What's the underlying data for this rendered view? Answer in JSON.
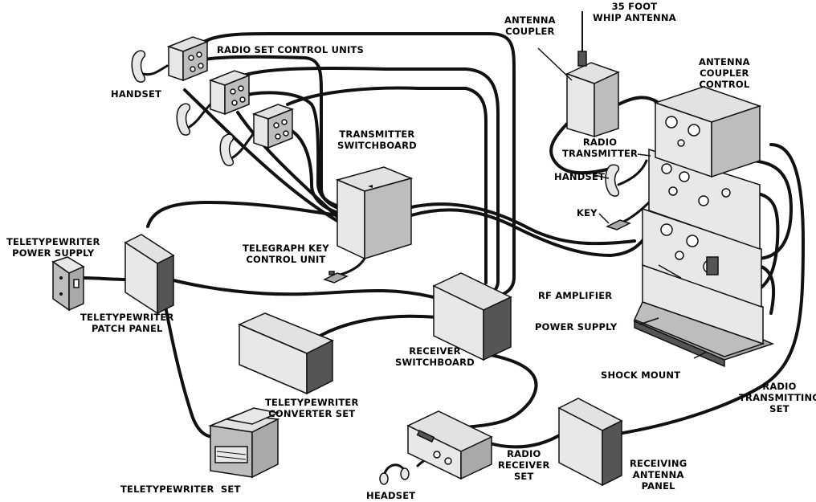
{
  "labels": {
    "radio_set_control_units": "RADIO SET CONTROL UNITS",
    "handset_left": "HANDSET",
    "antenna_coupler": "ANTENNA\nCOUPLER",
    "whip_antenna": "35 FOOT\nWHIP ANTENNA",
    "antenna_coupler_control": "ANTENNA\nCOUPLER\nCONTROL",
    "radio_transmitter": "RADIO\nTRANSMITTER",
    "handset_right": "HANDSET",
    "key": "KEY",
    "transmitter_switchboard": "TRANSMITTER\nSWITCHBOARD",
    "teletypewriter_power_supply": "TELETYPEWRITER\nPOWER SUPPLY",
    "telegraph_key_control_unit": "TELEGRAPH KEY\nCONTROL UNIT",
    "teletypewriter_patch_panel": "TELETYPEWRITER\nPATCH PANEL",
    "rf_amplifier": "RF AMPLIFIER",
    "power_supply": "POWER SUPPLY",
    "receiver_switchboard": "RECEIVER\nSWITCHBOARD",
    "shock_mount": "SHOCK MOUNT",
    "radio_transmitting_set": "RADIO\nTRANSMITTING\nSET",
    "teletypewriter_converter_set": "TELETYPEWRITER\nCONVERTER SET",
    "radio_receiver_set": "RADIO\nRECEIVER\nSET",
    "receiving_antenna_panel": "RECEIVING\nANTENNA\nPANEL",
    "teletypewriter_set": "TELETYPEWRITER  SET",
    "headset": "HEADSET"
  }
}
